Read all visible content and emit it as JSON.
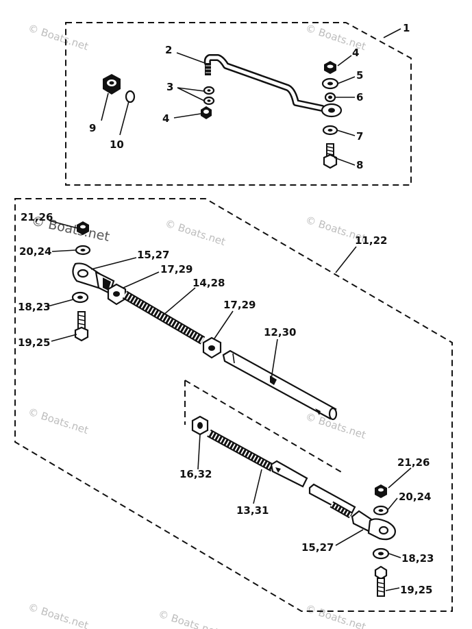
{
  "callouts": {
    "c1": "1",
    "c2": "2",
    "c3": "3",
    "c4a": "4",
    "c4b": "4",
    "c5": "5",
    "c6": "6",
    "c7": "7",
    "c8": "8",
    "c9": "9",
    "c10": "10",
    "c11_22": "11,22",
    "c12_30": "12,30",
    "c13_31": "13,31",
    "c14_28": "14,28",
    "c15_27a": "15,27",
    "c15_27b": "15,27",
    "c16_32": "16,32",
    "c17_29a": "17,29",
    "c17_29b": "17,29",
    "c18_23a": "18,23",
    "c18_23b": "18,23",
    "c19_25a": "19,25",
    "c19_25b": "19,25",
    "c20_24a": "20,24",
    "c20_24b": "20,24",
    "c21_26a": "21,26",
    "c21_26b": "21,26"
  },
  "watermarks": {
    "w1": "© Boats.net",
    "w2": "© Boats.net",
    "w3": "© Boats.net",
    "w4": "© Boats.net",
    "w5": "© Boats.net",
    "w6": "© Boats.net",
    "w7": "© Boats.net",
    "w8": "© Boats.net",
    "w9": "© Boats.net",
    "overlay": "© Boats.net"
  }
}
